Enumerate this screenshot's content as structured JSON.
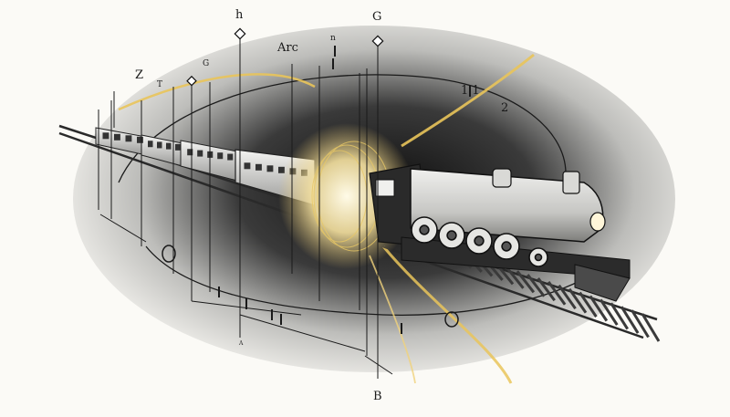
{
  "labels": {
    "h": "h",
    "G_top": "G",
    "arc": "Arc",
    "n_mark": "n",
    "G_left": "G",
    "Z": "Z",
    "T_mark": "T",
    "one_one": "1 1",
    "two": "2",
    "A": "A",
    "B": "B"
  },
  "colors": {
    "background": "#fbfaf6",
    "vignette": "#1c1c1c",
    "glow": "#f2d27a",
    "ink": "#1a1a1a",
    "locomotive": "#d9d9d6"
  }
}
